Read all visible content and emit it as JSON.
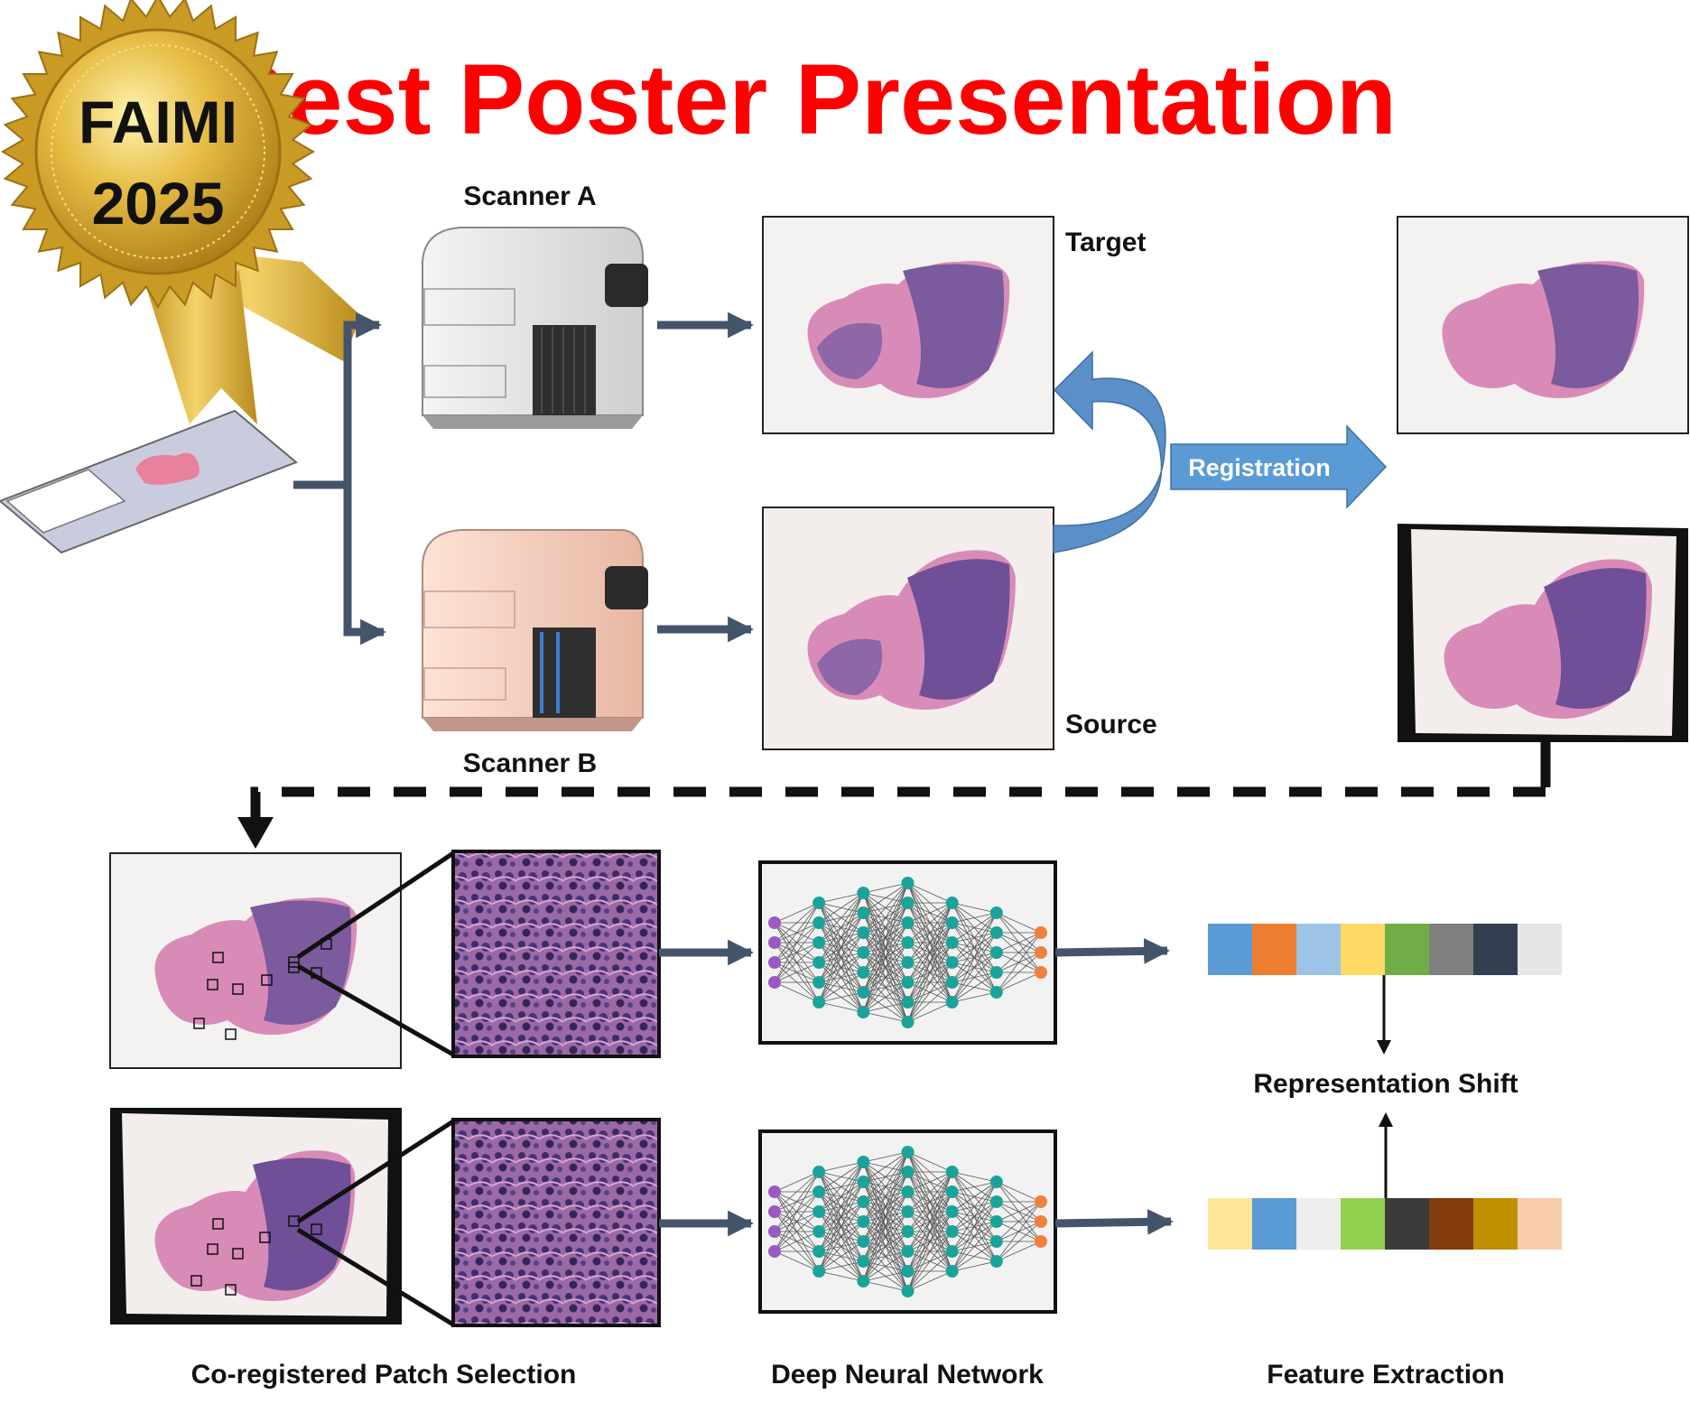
{
  "title": "Best Poster Presentation",
  "badge": {
    "line1": "FAIMI",
    "line2": "2025"
  },
  "labels": {
    "scanner_a": "Scanner A",
    "scanner_b": "Scanner B",
    "target": "Target",
    "source": "Source",
    "registration": "Registration",
    "representation_shift": "Representation Shift",
    "step_patch": "Co-registered Patch Selection",
    "step_dnn": "Deep Neural Network",
    "step_features": "Feature Extraction"
  },
  "colors": {
    "title": "#ff0000",
    "arrow": "#44546a",
    "registration_arrow": "#5b9bd5",
    "medal": "#d4a72c",
    "tissue_pink": "#d98bb8",
    "tissue_purple": "#7b5a9e"
  },
  "feature_vectors": {
    "top": [
      "#5b9bd5",
      "#ed7d31",
      "#9dc3e6",
      "#ffd966",
      "#70ad47",
      "#7f7f7f",
      "#333f50",
      "#e7e6e6"
    ],
    "bottom": [
      "#ffe699",
      "#5b9bd5",
      "#ededed",
      "#92d050",
      "#3b3b3b",
      "#843c0c",
      "#bf9000",
      "#f8cbad"
    ]
  },
  "network": {
    "layers": [
      4,
      6,
      7,
      8,
      6,
      5,
      3
    ]
  }
}
